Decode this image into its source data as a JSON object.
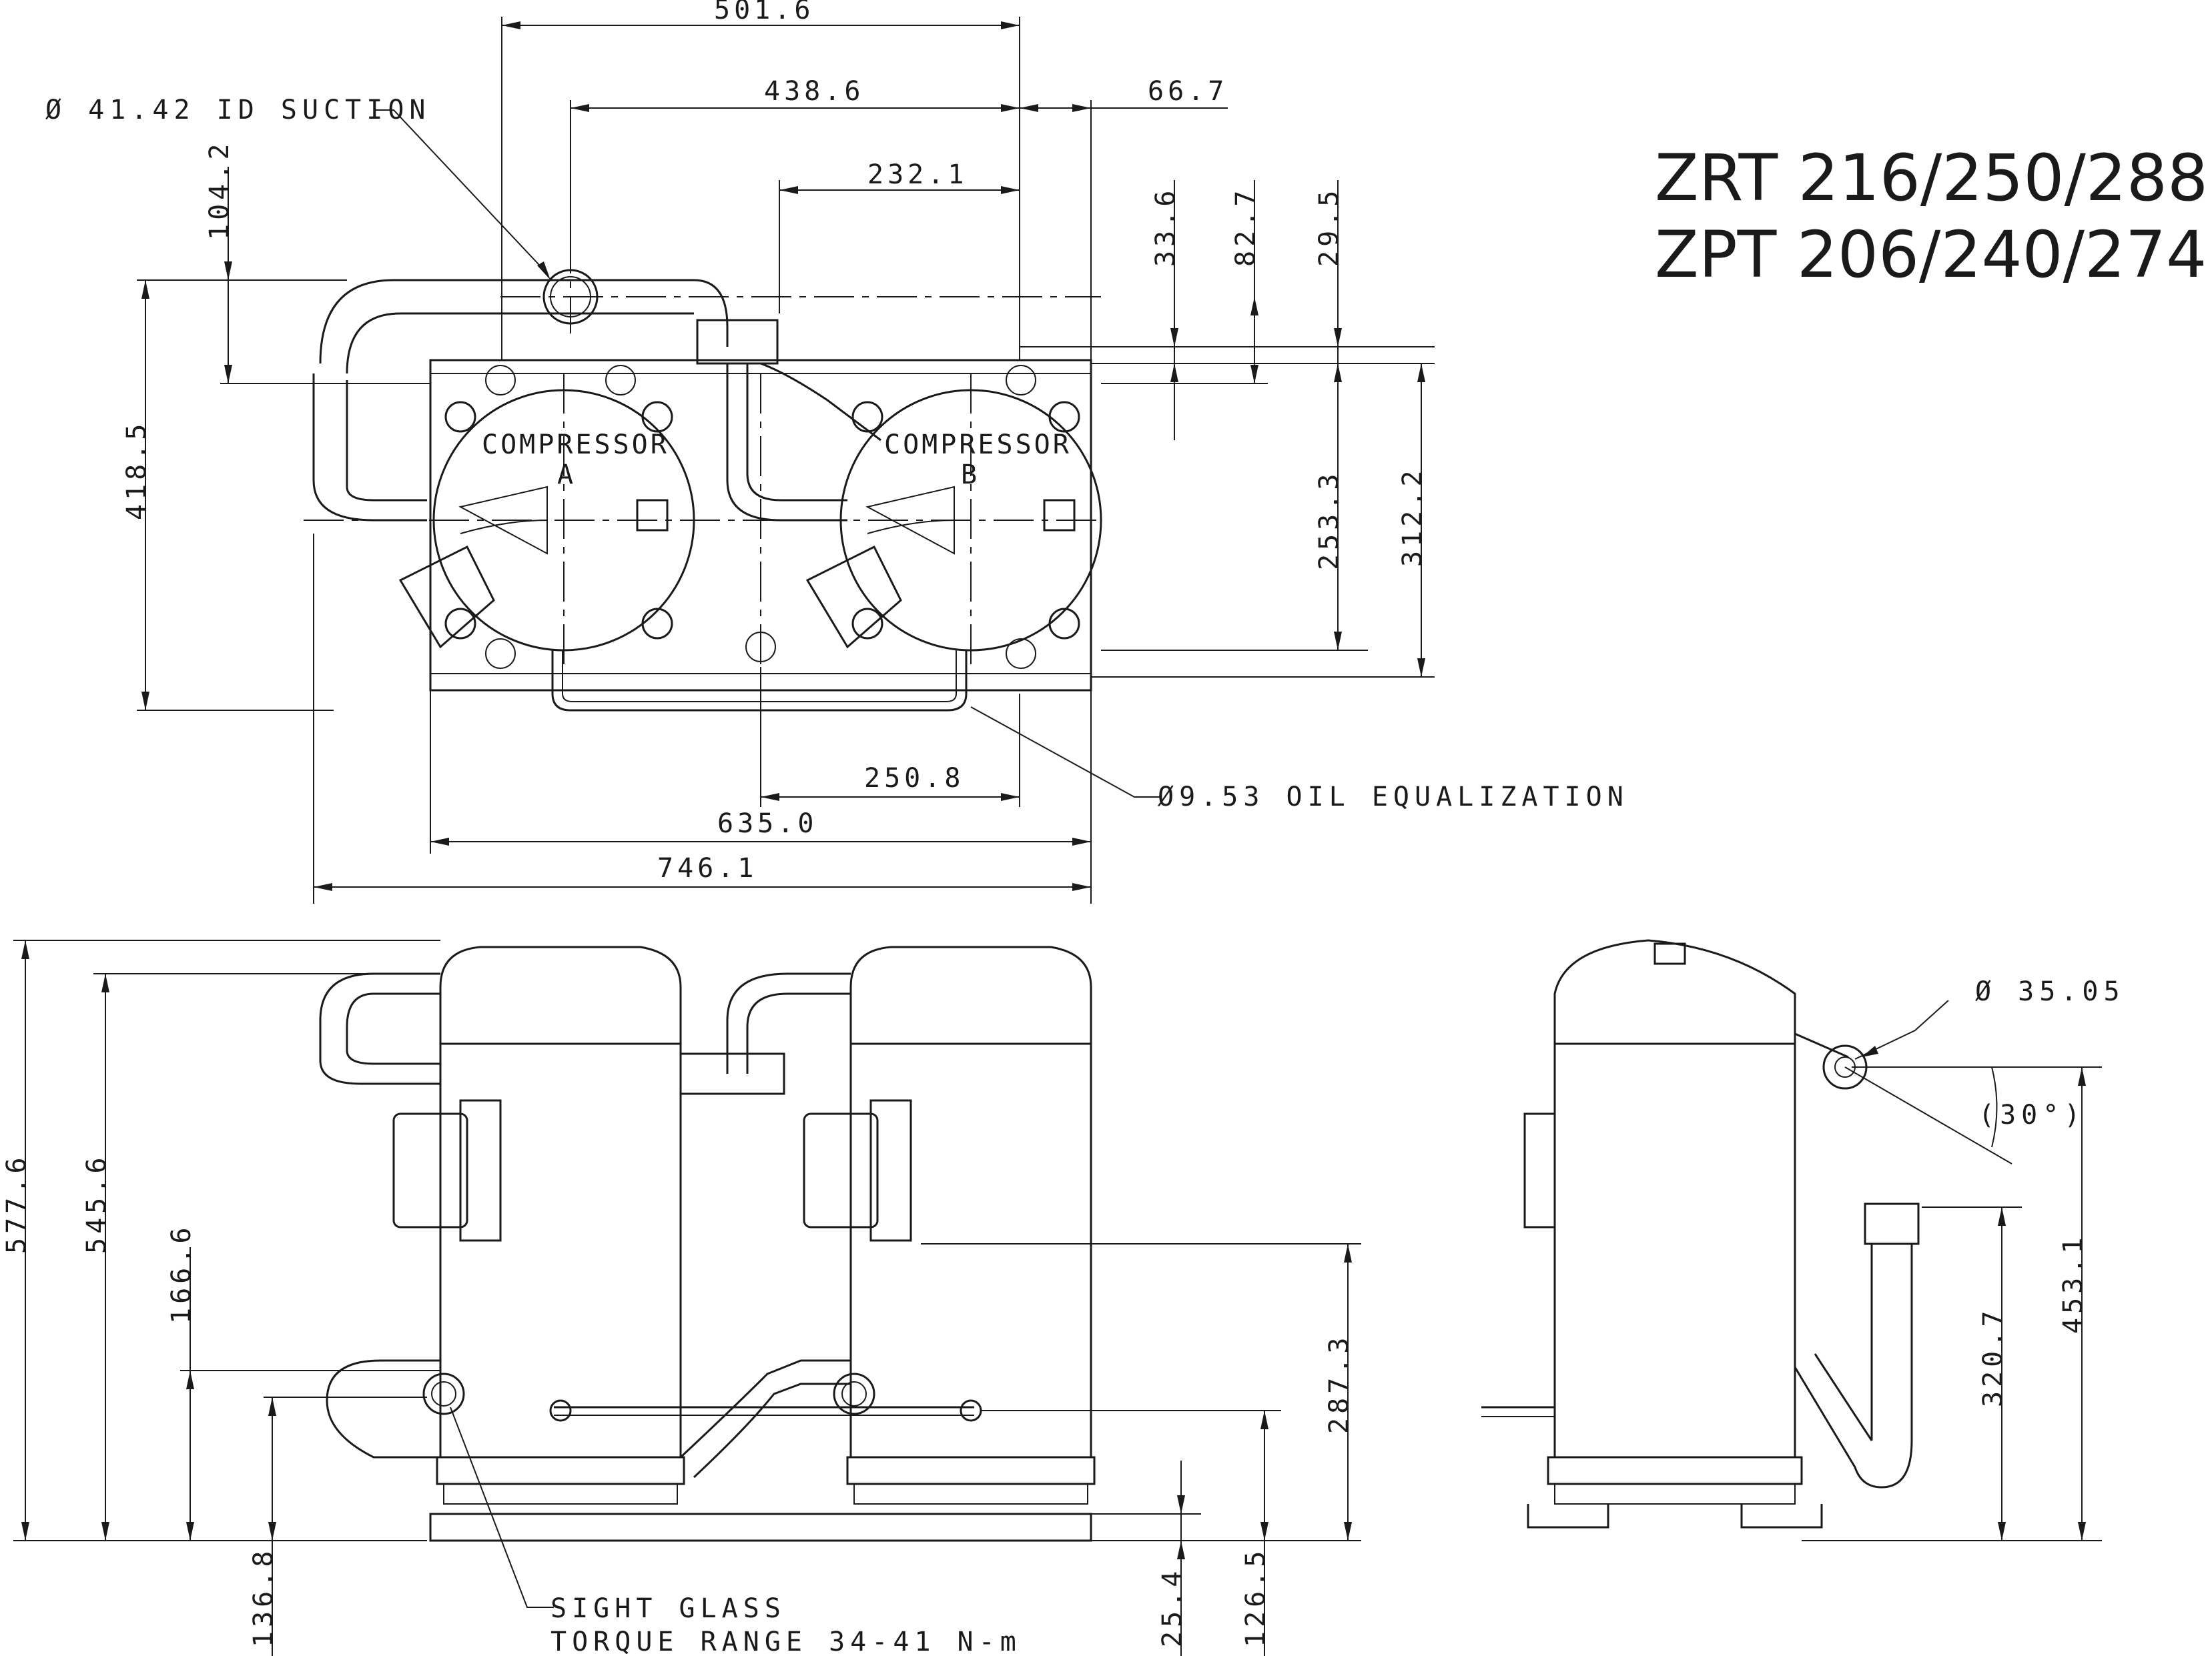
{
  "title": {
    "line1": "ZRT 216/250/288",
    "line2": "ZPT 206/240/274"
  },
  "top_view": {
    "compressor_a": {
      "label": "COMPRESSOR",
      "letter": "A"
    },
    "compressor_b": {
      "label": "COMPRESSOR",
      "letter": "B"
    },
    "dimensions": {
      "d_501_6": "501.6",
      "d_438_6": "438.6",
      "d_66_7": "66.7",
      "d_232_1": "232.1",
      "d_104_2": "104.2",
      "d_33_6": "33.6",
      "d_82_7": "82.7",
      "d_29_5": "29.5",
      "d_418_5": "418.5",
      "d_253_3": "253.3",
      "d_312_2": "312.2",
      "d_250_8": "250.8",
      "d_635_0": "635.0",
      "d_746_1": "746.1"
    },
    "notes": {
      "suction": "Ø 41.42 ID SUCTION",
      "oil": "Ø9.53 OIL EQUALIZATION"
    }
  },
  "front_view": {
    "dimensions": {
      "d_577_6": "577.6",
      "d_545_6": "545.6",
      "d_166_6": "166.6",
      "d_136_8": "136.8",
      "d_287_3": "287.3",
      "d_25_4": "25.4",
      "d_126_5": "126.5"
    },
    "notes": {
      "sight_glass": "SIGHT GLASS",
      "torque": "TORQUE RANGE 34-41 N-m"
    }
  },
  "side_view": {
    "dimensions": {
      "d_35_05": "Ø 35.05",
      "d_30": "(30°)",
      "d_453_1": "453.1",
      "d_320_7": "320.7"
    }
  }
}
